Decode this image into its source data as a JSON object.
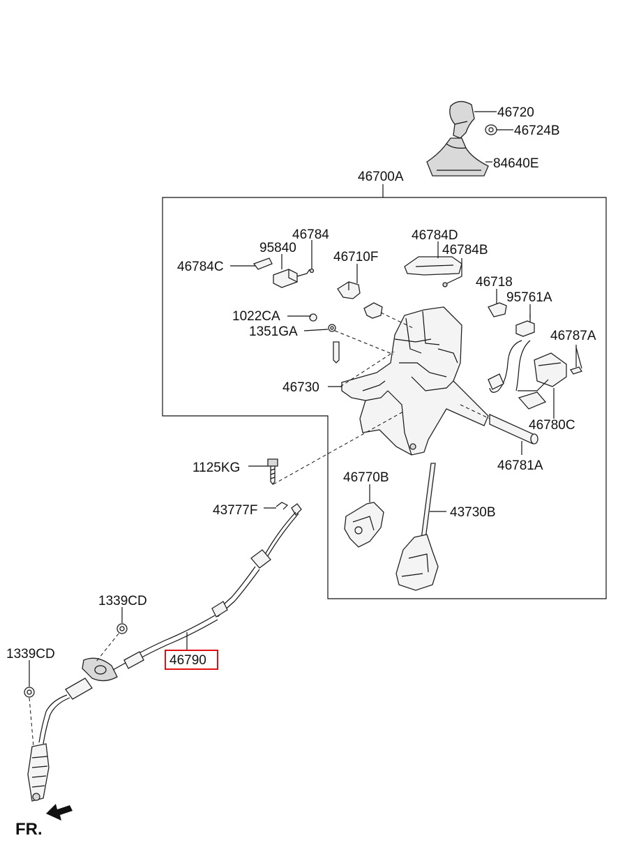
{
  "highlight_color": "#e01010",
  "labels": {
    "p46720": "46720",
    "p46724B": "46724B",
    "p84640E": "84640E",
    "p46700A": "46700A",
    "p46784": "46784",
    "p95840": "95840",
    "p46784C": "46784C",
    "p46784D": "46784D",
    "p46784B": "46784B",
    "p46710F": "46710F",
    "p46718": "46718",
    "p95761A": "95761A",
    "p1022CA": "1022CA",
    "p1351GA": "1351GA",
    "p46787A": "46787A",
    "p46730": "46730",
    "p46780C": "46780C",
    "p1125KG": "1125KG",
    "p46781A": "46781A",
    "p46770B": "46770B",
    "p43777F": "43777F",
    "p43730B": "43730B",
    "p1339CD_upper": "1339CD",
    "p1339CD_lower": "1339CD",
    "p46790": "46790"
  },
  "direction_label": "FR."
}
